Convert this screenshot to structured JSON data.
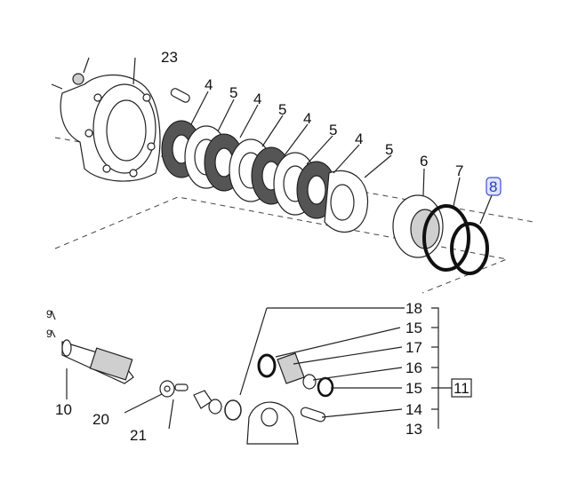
{
  "callouts": {
    "c23": "23",
    "c4a": "4",
    "c5a": "5",
    "c4b": "4",
    "c5b": "5",
    "c4c": "4",
    "c5c": "5",
    "c4d": "4",
    "c5d": "5",
    "c6": "6",
    "c7": "7",
    "c8": "8",
    "c18": "18",
    "c15a": "15",
    "c17": "17",
    "c16": "16",
    "c15b": "15",
    "c11": "11",
    "c14": "14",
    "c13": "13",
    "c10": "10",
    "c20": "20",
    "c21": "21",
    "c9": "9",
    "c9b": "9"
  },
  "highlight": {
    "callout": "8",
    "color": "#3b4fd8",
    "bg": "#dfe3ff"
  }
}
